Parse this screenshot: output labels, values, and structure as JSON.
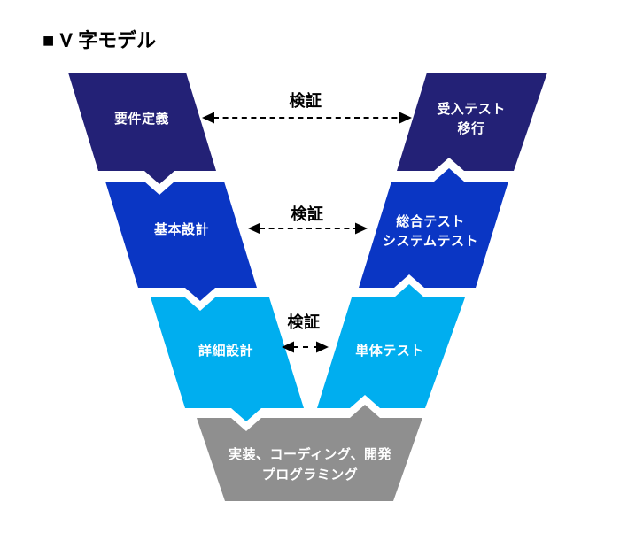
{
  "title": "■ V 字モデル",
  "colors": {
    "background": "#ffffff",
    "stage_navy": "#232176",
    "stage_blue": "#0a36c4",
    "stage_light_blue": "#00aeef",
    "stage_gray": "#8f8f8f",
    "text_black": "#000000",
    "stage_text_white": "#ffffff"
  },
  "stages": {
    "left": [
      {
        "name": "要件定義"
      },
      {
        "name": "基本設計"
      },
      {
        "name": "詳細設計"
      }
    ],
    "right": [
      {
        "line1": "受入テスト",
        "line2": "移行"
      },
      {
        "line1": "総合テスト",
        "line2": "システムテスト"
      },
      {
        "line1": "単体テスト"
      }
    ],
    "bottom": {
      "line1": "実装、コーディング、開発",
      "line2": "プログラミング"
    }
  },
  "arrows": [
    {
      "label": "検証"
    },
    {
      "label": "検証"
    },
    {
      "label": "検証"
    }
  ]
}
